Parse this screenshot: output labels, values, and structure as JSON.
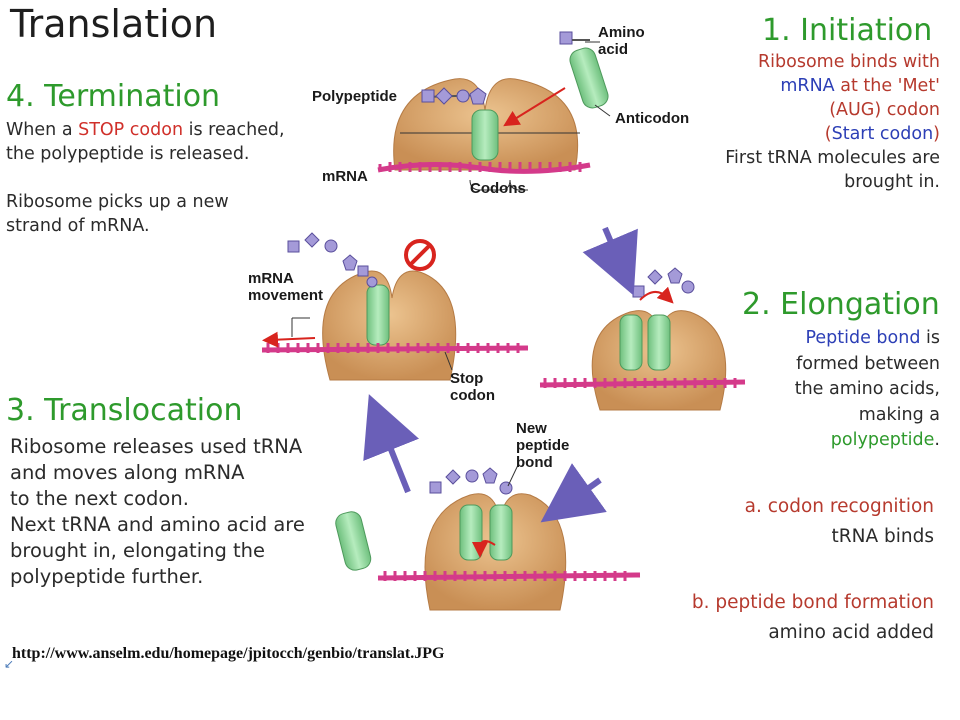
{
  "title": "Translation",
  "initiation": {
    "heading": "1. Initiation",
    "line1": "Ribosome binds with",
    "line2_a": "mRNA",
    "line2_b": " at the 'Met'",
    "line3": "(AUG) codon",
    "line4_a": "(",
    "line4_b": "Start codon",
    "line4_c": ")",
    "line5": "First tRNA molecules are",
    "line6": "brought in."
  },
  "elongation": {
    "heading": "2. Elongation",
    "line1_a": "Peptide bond",
    "line1_b": " is",
    "line2": "formed between",
    "line3": "the amino acids,",
    "line4": "making a",
    "line5_a": "polypeptide",
    "line5_b": ".",
    "step_a_title": "a. codon recognition",
    "step_a_desc": "tRNA binds",
    "step_b_title": "b. peptide bond formation",
    "step_b_desc": "amino acid added"
  },
  "translocation": {
    "heading": "3. Translocation",
    "lines": [
      "Ribosome releases used tRNA",
      "and moves along mRNA",
      "to the next codon.",
      "Next tRNA and amino acid are",
      "brought in, elongating the",
      "polypeptide further."
    ]
  },
  "termination": {
    "heading": "4. Termination",
    "line1_a": "When a ",
    "line1_b": "STOP codon",
    "line1_c": " is reached,",
    "line2": "the polypeptide is released.",
    "line3": "Ribosome picks up a new",
    "line4": "strand of mRNA."
  },
  "labels": {
    "amino_acid_1": "Amino",
    "amino_acid_2": "acid",
    "polypeptide": "Polypeptide",
    "anticodon": "Anticodon",
    "mrna": "mRNA",
    "codons": "Codons",
    "mrna_movement_1": "mRNA",
    "mrna_movement_2": "movement",
    "stop_codon_1": "Stop",
    "stop_codon_2": "codon",
    "new_peptide_1": "New",
    "new_peptide_2": "peptide",
    "new_peptide_3": "bond"
  },
  "source_url": "http://www.anselm.edu/homepage/jpitocch/genbio/translat.JPG",
  "colors": {
    "ribosome": "#d8a56c",
    "trna": "#8fd39a",
    "mrna": "#d43a8a",
    "amino_acid": "#a49ad8",
    "cycle_arrow": "#6a5fb8",
    "heading_green": "#2e9a2c"
  }
}
